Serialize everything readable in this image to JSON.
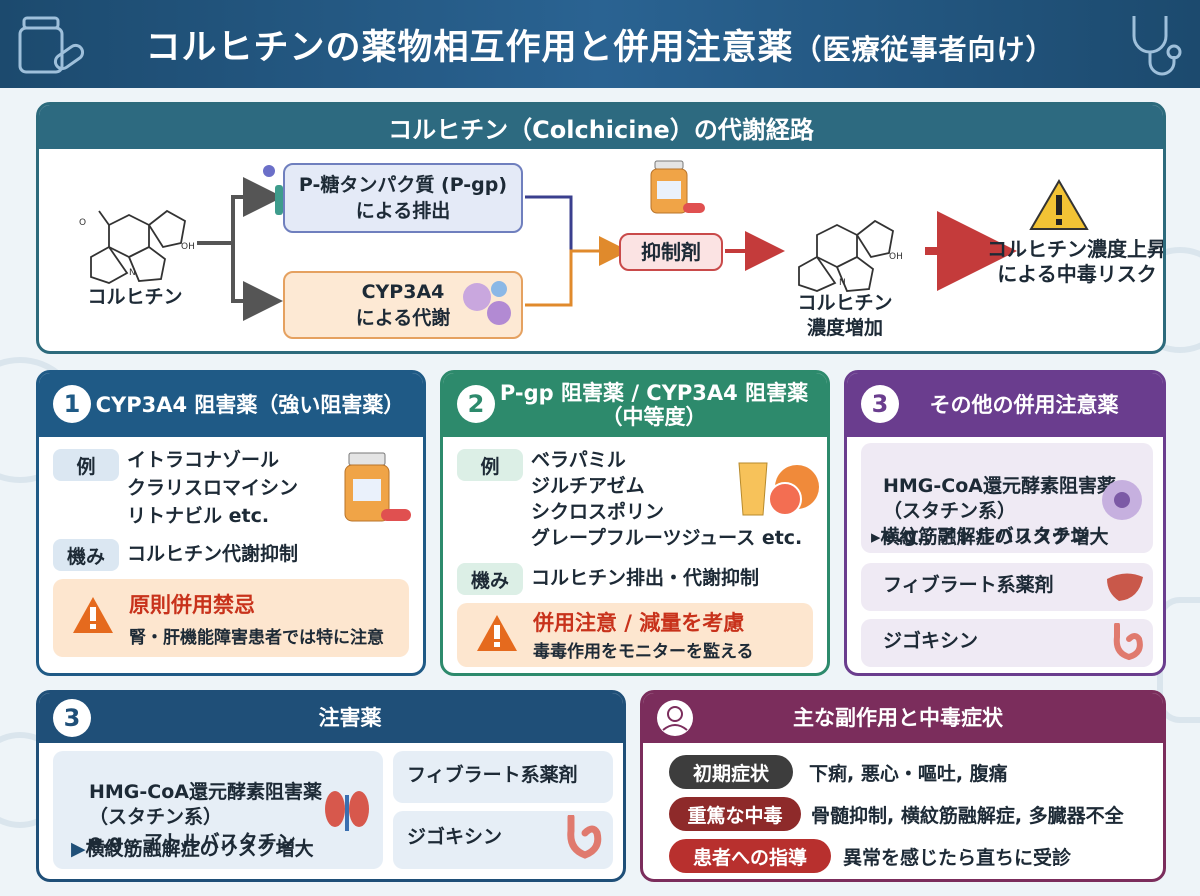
{
  "header": {
    "title": "コルヒチンの薬物相互作用と併用注意薬",
    "subtitle": "（医療従事者向け）"
  },
  "pathway": {
    "title": "コルヒチン（Colchicine）の代謝経路",
    "drug_label": "コルヒチン",
    "pgp_box": "P-糖タンパク質 (P-gp)\nによる排出",
    "cyp_box": "CYP3A4\nによる代謝",
    "inhibitor": "抑制剤",
    "increase_label": "コルヒチン\n濃度増加",
    "risk_label": "コルヒチン濃度上昇\nによる中毒リスク",
    "colors": {
      "primary": "#2d6a80",
      "arrow_inhibit": "#c43b3b",
      "arrow_orange": "#e08a2c"
    }
  },
  "card1": {
    "number": "1",
    "title": "CYP3A4 阻害薬（強い阻害薬）",
    "example_tag": "例",
    "examples": [
      "イトラコナゾール",
      "クラリスロマイシン",
      "リトナビル etc."
    ],
    "mechanism_tag": "機み",
    "mechanism": "コルヒチン代謝抑制",
    "warning_title": "原則併用禁忌",
    "warning_sub": "腎・肝機能障害患者では特に注意",
    "color": "#1f5a86"
  },
  "card2": {
    "number": "2",
    "title": "P-gp 阻害薬 / CYP3A4 阻害薬\n（中等度）",
    "example_tag": "例",
    "examples": [
      "ベラパミル",
      "ジルチアゼム",
      "シクロスポリン",
      "グレープフルーツジュース etc."
    ],
    "mechanism_tag": "機み",
    "mechanism": "コルヒチン排出・代謝抑制",
    "warning_title": "併用注意 / 減量を考慮",
    "warning_sub": "毒毒作用をモニターを監える",
    "color": "#2d8a6c"
  },
  "card3": {
    "number": "3",
    "title": "その他の併用注意薬",
    "statin": "HMG-CoA還元酵素阻害薬\n（スタチン系）\ne.g.. アトルバスタチン",
    "statin_risk": "横紋筋融解症のリスク増大",
    "fibrate": "フィブラート系薬剤",
    "digoxin": "ジゴキシン",
    "color": "#6a3d8e"
  },
  "card4": {
    "number": "3",
    "title": "注害薬",
    "statin": "HMG-CoA還元酵素阻害薬\n（スタチン系）\ne.g.. アトルバスタチン",
    "statin_risk": "横紋筋融解症のリスク増大",
    "fibrate": "フィブラート系薬剤",
    "digoxin": "ジゴキシン",
    "color": "#1f4f78"
  },
  "card5": {
    "title": "主な副作用と中毒症状",
    "rows": [
      {
        "tag": "初期症状",
        "text": "下痢, 悪心・嘔吐, 腹痛",
        "color": "#3d3d3d"
      },
      {
        "tag": "重篤な中毒",
        "text": "骨髄抑制, 横紋筋融解症, 多臓器不全",
        "color": "#8e2a2a"
      },
      {
        "tag": "患者への指導",
        "text": "異常を感じたら直ちに受診",
        "color": "#b8302e"
      }
    ],
    "color": "#7b2d5c"
  }
}
